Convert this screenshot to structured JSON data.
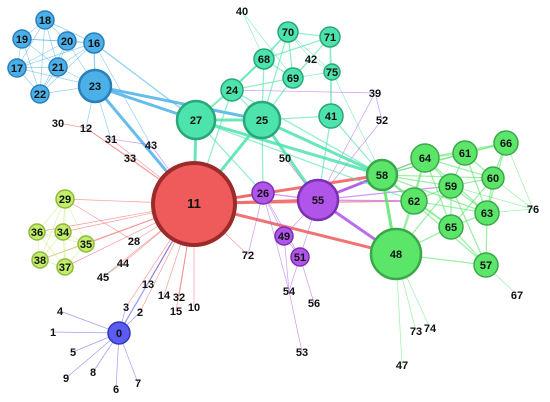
{
  "colors": {
    "blue": "#4bb0e8",
    "teal": "#4de3ad",
    "green": "#5be66a",
    "red": "#ef5a5a",
    "purple": "#b054ea",
    "yellowgreen": "#c2ef6b",
    "indigo": "#5b5cf1",
    "darkText": "#1e1e1e",
    "pinkLabel": "#c0305d"
  },
  "nodes": [
    {
      "id": "18",
      "group": "blue",
      "label": "18"
    },
    {
      "id": "19",
      "group": "blue",
      "label": "19"
    },
    {
      "id": "20",
      "group": "blue",
      "label": "20"
    },
    {
      "id": "16",
      "group": "blue",
      "label": "16"
    },
    {
      "id": "17",
      "group": "blue",
      "label": "17"
    },
    {
      "id": "21",
      "group": "blue",
      "label": "21"
    },
    {
      "id": "22",
      "group": "blue",
      "label": "22"
    },
    {
      "id": "23",
      "group": "blue",
      "label": "23"
    },
    {
      "id": "40",
      "group": "teal",
      "label": "40"
    },
    {
      "id": "70",
      "group": "teal",
      "label": "70"
    },
    {
      "id": "71",
      "group": "teal",
      "label": "71"
    },
    {
      "id": "68",
      "group": "teal",
      "label": "68"
    },
    {
      "id": "42",
      "group": "teal",
      "label": "42"
    },
    {
      "id": "69",
      "group": "teal",
      "label": "69"
    },
    {
      "id": "75",
      "group": "teal",
      "label": "75"
    },
    {
      "id": "24",
      "group": "teal",
      "label": "24"
    },
    {
      "id": "27",
      "group": "teal",
      "label": "27"
    },
    {
      "id": "25",
      "group": "teal",
      "label": "25"
    },
    {
      "id": "41",
      "group": "teal",
      "label": "41"
    },
    {
      "id": "39",
      "group": "purple",
      "label": "39"
    },
    {
      "id": "52",
      "group": "purple",
      "label": "52"
    },
    {
      "id": "30",
      "group": "none",
      "label": "30"
    },
    {
      "id": "12",
      "group": "red",
      "label": "12"
    },
    {
      "id": "31",
      "group": "none",
      "label": "31"
    },
    {
      "id": "43",
      "group": "purple",
      "label": "43"
    },
    {
      "id": "33",
      "group": "red",
      "label": "33"
    },
    {
      "id": "50",
      "group": "none",
      "label": "50"
    },
    {
      "id": "11",
      "group": "red",
      "label": "11"
    },
    {
      "id": "26",
      "group": "purple",
      "label": "26"
    },
    {
      "id": "55",
      "group": "purple",
      "label": "55"
    },
    {
      "id": "58",
      "group": "green",
      "label": "58"
    },
    {
      "id": "64",
      "group": "green",
      "label": "64"
    },
    {
      "id": "61",
      "group": "green",
      "label": "61"
    },
    {
      "id": "66",
      "group": "green",
      "label": "66"
    },
    {
      "id": "60",
      "group": "green",
      "label": "60"
    },
    {
      "id": "59",
      "group": "green",
      "label": "59"
    },
    {
      "id": "62",
      "group": "green",
      "label": "62"
    },
    {
      "id": "63",
      "group": "green",
      "label": "63"
    },
    {
      "id": "76",
      "group": "green",
      "label": "76"
    },
    {
      "id": "65",
      "group": "green",
      "label": "65"
    },
    {
      "id": "48",
      "group": "green",
      "label": "48"
    },
    {
      "id": "57",
      "group": "green",
      "label": "57"
    },
    {
      "id": "67",
      "group": "green",
      "label": "67"
    },
    {
      "id": "29",
      "group": "yellowgreen",
      "label": "29"
    },
    {
      "id": "36",
      "group": "yellowgreen",
      "label": "36"
    },
    {
      "id": "34",
      "group": "yellowgreen",
      "label": "34"
    },
    {
      "id": "35",
      "group": "yellowgreen",
      "label": "35"
    },
    {
      "id": "38",
      "group": "yellowgreen",
      "label": "38"
    },
    {
      "id": "37",
      "group": "yellowgreen",
      "label": "37"
    },
    {
      "id": "28",
      "group": "red",
      "label": "28"
    },
    {
      "id": "44",
      "group": "none",
      "label": "44"
    },
    {
      "id": "45",
      "group": "none",
      "label": "45"
    },
    {
      "id": "72",
      "group": "red",
      "label": "72"
    },
    {
      "id": "49",
      "group": "purple",
      "label": "49"
    },
    {
      "id": "51",
      "group": "purple",
      "label": "51"
    },
    {
      "id": "54",
      "group": "purple",
      "label": "54"
    },
    {
      "id": "56",
      "group": "none",
      "label": "56"
    },
    {
      "id": "53",
      "group": "none",
      "label": "53"
    },
    {
      "id": "13",
      "group": "red",
      "label": "13"
    },
    {
      "id": "14",
      "group": "red",
      "label": "14"
    },
    {
      "id": "32",
      "group": "none",
      "label": "32"
    },
    {
      "id": "3",
      "group": "red",
      "label": "3"
    },
    {
      "id": "2",
      "group": "red",
      "label": "2"
    },
    {
      "id": "15",
      "group": "none",
      "label": "15"
    },
    {
      "id": "10",
      "group": "none",
      "label": "10"
    },
    {
      "id": "4",
      "group": "none",
      "label": "4"
    },
    {
      "id": "1",
      "group": "none",
      "label": "1"
    },
    {
      "id": "0",
      "group": "indigo",
      "label": "0"
    },
    {
      "id": "5",
      "group": "none",
      "label": "5"
    },
    {
      "id": "9",
      "group": "none",
      "label": "9"
    },
    {
      "id": "8",
      "group": "none",
      "label": "8"
    },
    {
      "id": "6",
      "group": "none",
      "label": "6"
    },
    {
      "id": "7",
      "group": "none",
      "label": "7"
    },
    {
      "id": "73",
      "group": "green",
      "label": "73"
    },
    {
      "id": "74",
      "group": "green",
      "label": "74"
    },
    {
      "id": "47",
      "group": "purple",
      "label": "47"
    }
  ],
  "edges": [
    [
      "18",
      "19"
    ],
    [
      "18",
      "20"
    ],
    [
      "18",
      "16"
    ],
    [
      "18",
      "17"
    ],
    [
      "18",
      "21"
    ],
    [
      "18",
      "22"
    ],
    [
      "19",
      "20"
    ],
    [
      "19",
      "16"
    ],
    [
      "19",
      "17"
    ],
    [
      "19",
      "21"
    ],
    [
      "19",
      "22"
    ],
    [
      "20",
      "16"
    ],
    [
      "20",
      "17"
    ],
    [
      "20",
      "21"
    ],
    [
      "20",
      "22"
    ],
    [
      "20",
      "23"
    ],
    [
      "16",
      "17"
    ],
    [
      "16",
      "21"
    ],
    [
      "16",
      "22"
    ],
    [
      "16",
      "23"
    ],
    [
      "17",
      "21"
    ],
    [
      "17",
      "22"
    ],
    [
      "17",
      "23"
    ],
    [
      "21",
      "22"
    ],
    [
      "21",
      "23"
    ],
    [
      "22",
      "23"
    ],
    [
      "23",
      "11"
    ],
    [
      "23",
      "27"
    ],
    [
      "23",
      "25"
    ],
    [
      "23",
      "12"
    ],
    [
      "23",
      "31"
    ],
    [
      "16",
      "27"
    ],
    [
      "16",
      "43"
    ],
    [
      "70",
      "71"
    ],
    [
      "70",
      "68"
    ],
    [
      "70",
      "69"
    ],
    [
      "70",
      "75"
    ],
    [
      "70",
      "24"
    ],
    [
      "70",
      "25"
    ],
    [
      "70",
      "42"
    ],
    [
      "71",
      "75"
    ],
    [
      "71",
      "69"
    ],
    [
      "71",
      "41"
    ],
    [
      "71",
      "68"
    ],
    [
      "68",
      "69"
    ],
    [
      "68",
      "24"
    ],
    [
      "68",
      "25"
    ],
    [
      "68",
      "27"
    ],
    [
      "69",
      "25"
    ],
    [
      "69",
      "75"
    ],
    [
      "69",
      "24"
    ],
    [
      "42",
      "75"
    ],
    [
      "42",
      "69"
    ],
    [
      "40",
      "68"
    ],
    [
      "40",
      "69"
    ],
    [
      "24",
      "25"
    ],
    [
      "24",
      "27"
    ],
    [
      "24",
      "11"
    ],
    [
      "27",
      "25"
    ],
    [
      "27",
      "11"
    ],
    [
      "27",
      "26"
    ],
    [
      "25",
      "11"
    ],
    [
      "25",
      "26"
    ],
    [
      "25",
      "41"
    ],
    [
      "25",
      "55"
    ],
    [
      "41",
      "55"
    ],
    [
      "41",
      "58"
    ],
    [
      "75",
      "58"
    ],
    [
      "75",
      "41"
    ],
    [
      "39",
      "52"
    ],
    [
      "39",
      "55"
    ],
    [
      "52",
      "55"
    ],
    [
      "39",
      "24"
    ],
    [
      "30",
      "12"
    ],
    [
      "12",
      "33"
    ],
    [
      "12",
      "11"
    ],
    [
      "31",
      "11"
    ],
    [
      "43",
      "11"
    ],
    [
      "33",
      "11"
    ],
    [
      "31",
      "43"
    ],
    [
      "11",
      "26"
    ],
    [
      "11",
      "55"
    ],
    [
      "11",
      "28"
    ],
    [
      "11",
      "44"
    ],
    [
      "11",
      "45"
    ],
    [
      "11",
      "72"
    ],
    [
      "11",
      "13"
    ],
    [
      "11",
      "14"
    ],
    [
      "11",
      "32"
    ],
    [
      "11",
      "3"
    ],
    [
      "11",
      "2"
    ],
    [
      "11",
      "15"
    ],
    [
      "11",
      "10"
    ],
    [
      "11",
      "29"
    ],
    [
      "11",
      "36"
    ],
    [
      "11",
      "34"
    ],
    [
      "11",
      "35"
    ],
    [
      "11",
      "38"
    ],
    [
      "11",
      "37"
    ],
    [
      "11",
      "58"
    ],
    [
      "11",
      "48"
    ],
    [
      "11",
      "62"
    ],
    [
      "26",
      "55"
    ],
    [
      "26",
      "49"
    ],
    [
      "26",
      "51"
    ],
    [
      "26",
      "72"
    ],
    [
      "50",
      "55"
    ],
    [
      "55",
      "49"
    ],
    [
      "55",
      "51"
    ],
    [
      "55",
      "58"
    ],
    [
      "55",
      "62"
    ],
    [
      "55",
      "48"
    ],
    [
      "55",
      "64"
    ],
    [
      "55",
      "59"
    ],
    [
      "49",
      "51"
    ],
    [
      "49",
      "54"
    ],
    [
      "51",
      "54"
    ],
    [
      "51",
      "56"
    ],
    [
      "54",
      "53"
    ],
    [
      "26",
      "54"
    ],
    [
      "58",
      "64"
    ],
    [
      "58",
      "61"
    ],
    [
      "58",
      "62"
    ],
    [
      "58",
      "59"
    ],
    [
      "58",
      "48"
    ],
    [
      "58",
      "65"
    ],
    [
      "58",
      "63"
    ],
    [
      "58",
      "60"
    ],
    [
      "58",
      "66"
    ],
    [
      "58",
      "57"
    ],
    [
      "64",
      "61"
    ],
    [
      "64",
      "62"
    ],
    [
      "64",
      "59"
    ],
    [
      "64",
      "60"
    ],
    [
      "64",
      "66"
    ],
    [
      "64",
      "63"
    ],
    [
      "64",
      "65"
    ],
    [
      "61",
      "66"
    ],
    [
      "61",
      "60"
    ],
    [
      "61",
      "59"
    ],
    [
      "61",
      "63"
    ],
    [
      "66",
      "60"
    ],
    [
      "66",
      "76"
    ],
    [
      "66",
      "63"
    ],
    [
      "60",
      "59"
    ],
    [
      "60",
      "63"
    ],
    [
      "60",
      "76"
    ],
    [
      "59",
      "62"
    ],
    [
      "59",
      "63"
    ],
    [
      "59",
      "65"
    ],
    [
      "59",
      "76"
    ],
    [
      "59",
      "57"
    ],
    [
      "62",
      "65"
    ],
    [
      "62",
      "63"
    ],
    [
      "62",
      "48"
    ],
    [
      "63",
      "65"
    ],
    [
      "63",
      "76"
    ],
    [
      "63",
      "57"
    ],
    [
      "65",
      "48"
    ],
    [
      "65",
      "57"
    ],
    [
      "65",
      "60"
    ],
    [
      "48",
      "57"
    ],
    [
      "48",
      "73"
    ],
    [
      "48",
      "74"
    ],
    [
      "48",
      "47"
    ],
    [
      "57",
      "67"
    ],
    [
      "48",
      "59"
    ],
    [
      "48",
      "64"
    ],
    [
      "29",
      "36"
    ],
    [
      "29",
      "34"
    ],
    [
      "29",
      "35"
    ],
    [
      "29",
      "38"
    ],
    [
      "29",
      "37"
    ],
    [
      "36",
      "34"
    ],
    [
      "36",
      "35"
    ],
    [
      "36",
      "38"
    ],
    [
      "36",
      "37"
    ],
    [
      "34",
      "35"
    ],
    [
      "34",
      "38"
    ],
    [
      "34",
      "37"
    ],
    [
      "35",
      "38"
    ],
    [
      "35",
      "37"
    ],
    [
      "38",
      "37"
    ],
    [
      "0",
      "4"
    ],
    [
      "0",
      "1"
    ],
    [
      "0",
      "5"
    ],
    [
      "0",
      "9"
    ],
    [
      "0",
      "8"
    ],
    [
      "0",
      "6"
    ],
    [
      "0",
      "7"
    ],
    [
      "0",
      "11"
    ],
    [
      "0",
      "3"
    ],
    [
      "0",
      "2"
    ],
    [
      "28",
      "29"
    ],
    [
      "44",
      "45"
    ],
    [
      "25",
      "58"
    ],
    [
      "27",
      "58"
    ],
    [
      "27",
      "62"
    ],
    [
      "24",
      "58"
    ]
  ]
}
